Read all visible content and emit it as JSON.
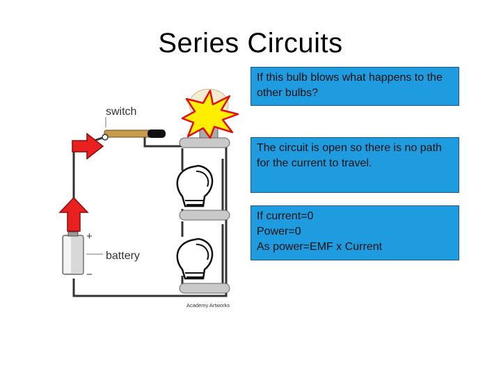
{
  "title": "Series Circuits",
  "diagram": {
    "switch_label": "switch",
    "battery_label": "battery",
    "plus_sign": "+",
    "minus_sign": "−",
    "credit": "Academy Artworks"
  },
  "boxes": {
    "question": "If this bulb blows what happens to the other bulbs?",
    "answer": "The circuit is open so there is no path for the current to travel.",
    "equations": [
      "If current=0",
      "Power=0",
      "As power=EMF x Current"
    ]
  },
  "colors": {
    "box_fill": "#1f9be0",
    "arrow_fill": "#e82020",
    "burst_fill": "#ffee00",
    "burst_stroke": "#e01010"
  }
}
